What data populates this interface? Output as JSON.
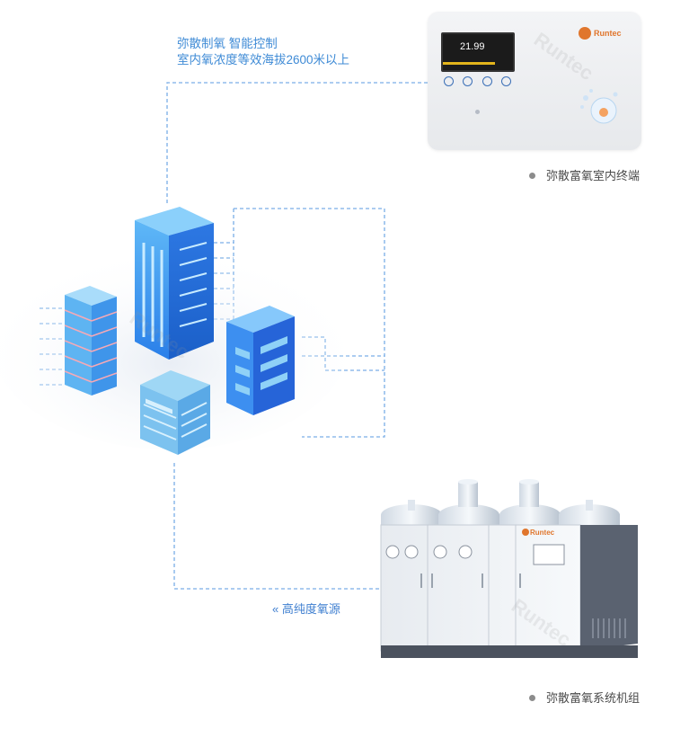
{
  "top_caption": {
    "line1": "弥散制氧 智能控制",
    "line2": "室内氧浓度等效海拔2600米以上"
  },
  "indoor_terminal": {
    "label": "弥散富氧室内终端",
    "screen_value": "21.99",
    "brand": "Runtec"
  },
  "oxygen_source": {
    "label": "高纯度氧源",
    "arrow_icon": "double-chevron-left-icon"
  },
  "system_unit": {
    "label": "弥散富氧系统机组",
    "brand": "Runtec"
  },
  "colors": {
    "dashed_line": "#6aa3e0",
    "caption_text": "#3f8bd6",
    "building_blue": "#2f86ee",
    "building_light": "#8fd1f7",
    "accent_orange": "#e0762d"
  }
}
